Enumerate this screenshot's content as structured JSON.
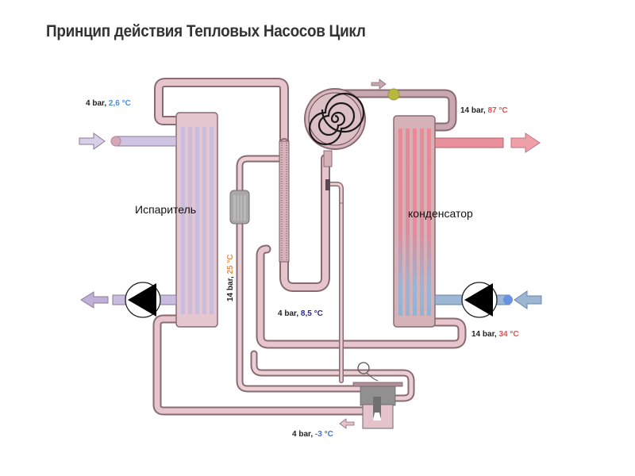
{
  "title": "Принцип действия Тепловых Насосов Цикл",
  "components": {
    "evaporator": "Испаритель",
    "condenser": "конденсатор"
  },
  "labels": {
    "evap_out": {
      "pressure": "4 bar, ",
      "temp": "2,6 °C",
      "temp_color": "#4a8fd0"
    },
    "comp_out": {
      "pressure": "14 bar, ",
      "temp": "87 °C",
      "temp_color": "#e05050"
    },
    "liquid_line": {
      "pressure": "14 bar, ",
      "temp": "25 °C",
      "temp_color": "#e8904a"
    },
    "suction": {
      "pressure": "4 bar, ",
      "temp": "8,5 °C",
      "temp_color": "#2a2a90"
    },
    "cond_out": {
      "pressure": "14 bar, ",
      "temp": "34 °C",
      "temp_color": "#e05050"
    },
    "expansion": {
      "pressure": "4 bar, ",
      "temp": "-3 °C",
      "temp_color": "#4a70d0"
    }
  },
  "colors": {
    "pipe": "#e8c8cc",
    "pipe_border": "#8a6a70",
    "evaporator_fluid": "#c8bce0",
    "condenser_hot": "#e88090",
    "condenser_cold": "#90b0d0",
    "sensor": "#b8b840"
  }
}
